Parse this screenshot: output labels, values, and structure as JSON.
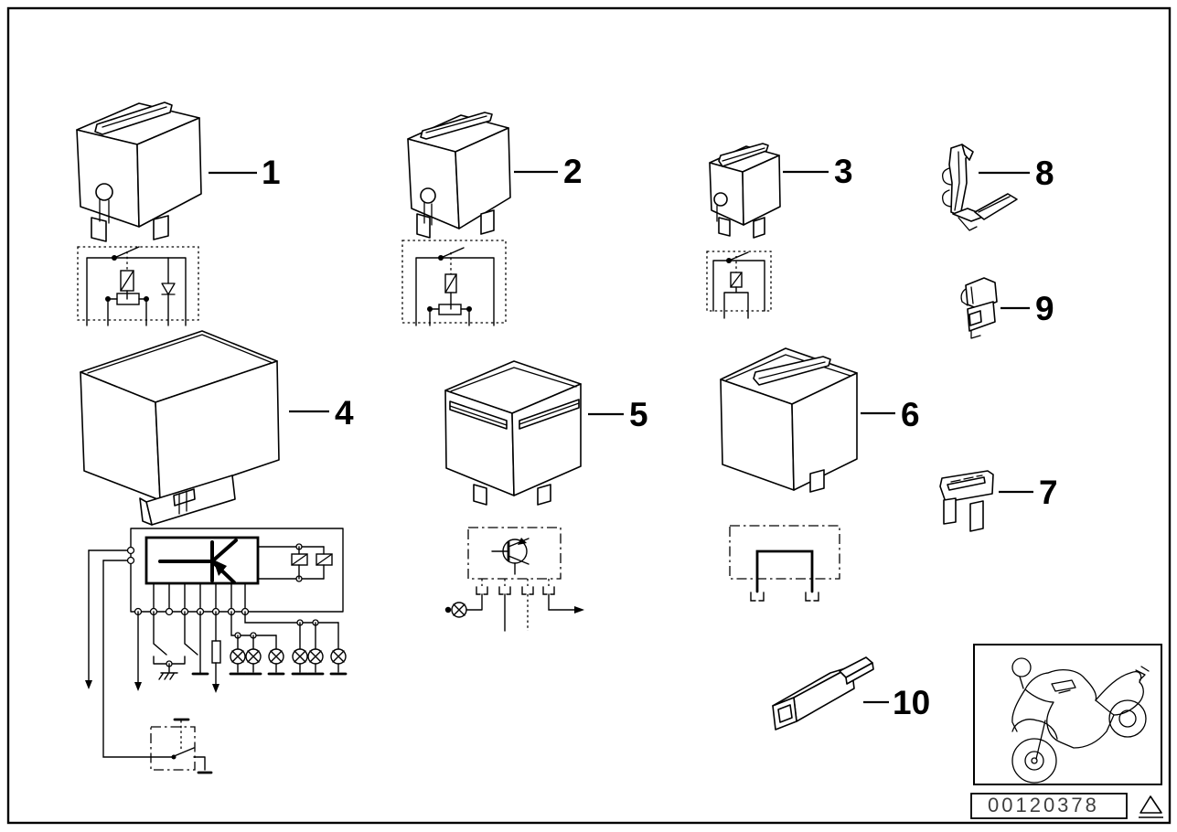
{
  "diagram": {
    "callouts": [
      {
        "ref": "1"
      },
      {
        "ref": "2"
      },
      {
        "ref": "3"
      },
      {
        "ref": "4"
      },
      {
        "ref": "5"
      },
      {
        "ref": "6"
      },
      {
        "ref": "7"
      },
      {
        "ref": "8"
      },
      {
        "ref": "9"
      },
      {
        "ref": "10"
      }
    ],
    "footer": {
      "part_number": "00120378",
      "print_mark_icon": "triangle-icon",
      "vehicle_icon": "motorcycle-icon"
    },
    "colors": {
      "line": "#000000",
      "background": "#ffffff",
      "part_number_text": "#3f3f3f"
    }
  }
}
